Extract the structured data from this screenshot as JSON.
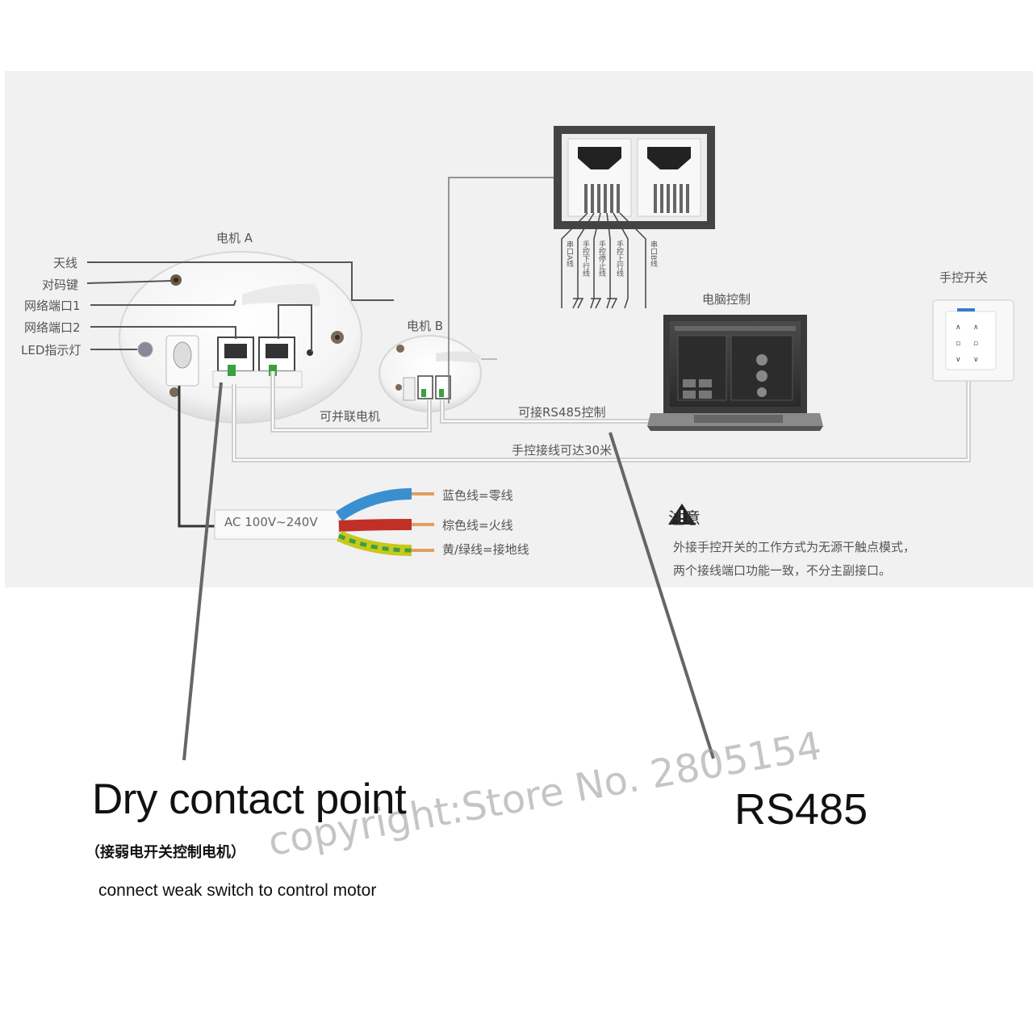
{
  "labels": {
    "motor_a": "电机 A",
    "motor_b": "电机 B",
    "antenna": "天线",
    "pair_key": "对码键",
    "port1": "网络端口1",
    "port2": "网络端口2",
    "led": "LED指示灯",
    "parallel": "可并联电机",
    "rs485_ctrl": "可接RS485控制",
    "manual_distance": "手控接线可达30米",
    "pc_control": "电脑控制",
    "manual_switch": "手控开关",
    "ac_range": "AC 100V~240V",
    "wire_blue": "蓝色线=零线",
    "wire_brown": "棕色线=火线",
    "wire_yg": "黄/绿线=接地线"
  },
  "connector_pins": [
    "串口A线",
    "手控下行线",
    "手控停止线",
    "手控上行线",
    "串口B线"
  ],
  "note": {
    "title": "注意",
    "line1": "外接手控开关的工作方式为无源干触点模式，",
    "line2": "两个接线端口功能一致，不分主副接口。"
  },
  "annotations": {
    "dry_contact": "Dry contact point",
    "dry_contact_cn": "（接弱电开关控制电机）",
    "dry_contact_en": "connect weak switch to control motor",
    "rs485": "RS485"
  },
  "watermark": "copyright:Store No. 2805154",
  "colors": {
    "panel_bg": "#f1f1f1",
    "wire_blue": "#3a8fd0",
    "wire_brown": "#c03028",
    "wire_yellow": "#c8c81e",
    "wire_green": "#3aa040",
    "copper": "#e0a060"
  }
}
